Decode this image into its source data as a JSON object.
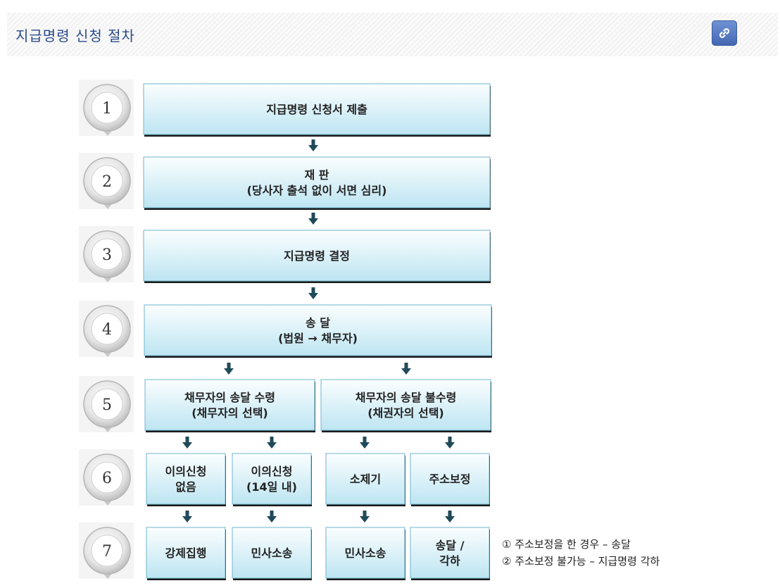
{
  "header": {
    "title": "지급명령 신청 절차",
    "link_icon": "link-icon"
  },
  "colors": {
    "title": "#2a4a8b",
    "box_fill_top": "#fbfeff",
    "box_fill_bottom": "#bde5f2",
    "box_border": "#6fb5cc",
    "box_shadow": "#1a1a1a",
    "arrow": "#204a5a"
  },
  "steps": [
    "1",
    "2",
    "3",
    "4",
    "5",
    "6",
    "7"
  ],
  "boxes": {
    "s1": [
      "지급명령 신청서 제출"
    ],
    "s2": [
      "재 판",
      "(당사자 출석 없이 서면 심리)"
    ],
    "s3": [
      "지급명령 결정"
    ],
    "s4": [
      "송 달",
      "(법원 → 채무자)"
    ],
    "s5a": [
      "채무자의 송달 수령",
      "(채무자의 선택)"
    ],
    "s5b": [
      "채무자의 송달 불수령",
      "(채권자의 선택)"
    ],
    "s6a": [
      "이의신청",
      "없음"
    ],
    "s6b": [
      "이의신청",
      "(14일 내)"
    ],
    "s6c": [
      "소제기"
    ],
    "s6d": [
      "주소보정"
    ],
    "s7a": [
      "강제집행"
    ],
    "s7b": [
      "민사소송"
    ],
    "s7c": [
      "민사소송"
    ],
    "s7d": [
      "송달 /",
      "각하"
    ]
  },
  "notes": [
    "① 주소보정을 한 경우 – 송달",
    "② 주소보정 불가능 – 지급명령 각하"
  ]
}
